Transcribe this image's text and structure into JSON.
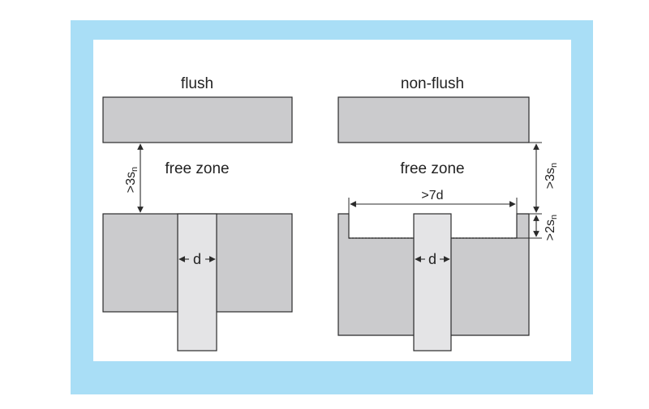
{
  "colors": {
    "frame": "#a9def6",
    "panel": "#ffffff",
    "block": "#cbcbcd",
    "sensor": "#e4e4e6",
    "stroke": "#2b2b2b"
  },
  "left": {
    "title": "flush",
    "zone_label": "free zone",
    "gap_label_main": ">3s",
    "gap_label_sub": "n",
    "width_label": "d"
  },
  "right": {
    "title": "non-flush",
    "zone_label": "free zone",
    "span_label": ">7d",
    "gap_label_main": ">3s",
    "gap_label_sub": "n",
    "recess_label_main": ">2s",
    "recess_label_sub": "n",
    "width_label": "d"
  }
}
